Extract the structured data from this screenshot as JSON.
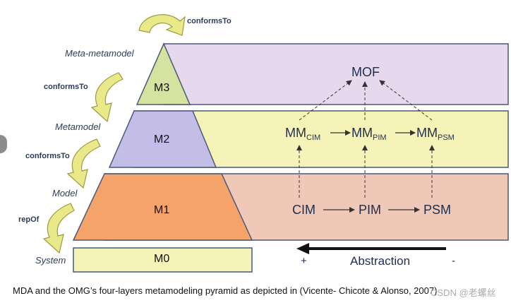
{
  "side_labels": {
    "meta_metamodel": "Meta-metamodel",
    "metamodel": "Metamodel",
    "model": "Model",
    "system": "System"
  },
  "relations": {
    "conforms_top": "conformsTo",
    "conforms_m3_m2": "conformsTo",
    "conforms_m2_m1": "conformsTo",
    "rep_of": "repOf"
  },
  "levels": {
    "m3": "M3",
    "m2": "M2",
    "m1": "M1",
    "m0": "M0"
  },
  "nodes": {
    "mof": "MOF",
    "mm_prefix": "MM",
    "mm_cim_sub": "CIM",
    "mm_pim_sub": "PIM",
    "mm_psm_sub": "PSM",
    "cim": "CIM",
    "pim": "PIM",
    "psm": "PSM"
  },
  "abstraction": {
    "plus": "+",
    "label": "Abstraction",
    "minus": "-"
  },
  "caption": "MDA and the OMG’s four-layers metamodeling pyramid as depicted in (Vicente- Chicote & Alonso, 2007)",
  "watermark": "CSDN @老螺丝",
  "colors": {
    "m3_band": "#e6d9ee",
    "m2_band": "#f6f3b8",
    "m1_band": "#f0c8b8",
    "m3": "#d6e3a0",
    "m2": "#c3bde8",
    "m1": "#f4a46a",
    "m0": "#f6f3b8",
    "arrow_fill": "#eae98a",
    "arrow_stroke": "#9a9a40",
    "band_border": "#4a5878"
  }
}
